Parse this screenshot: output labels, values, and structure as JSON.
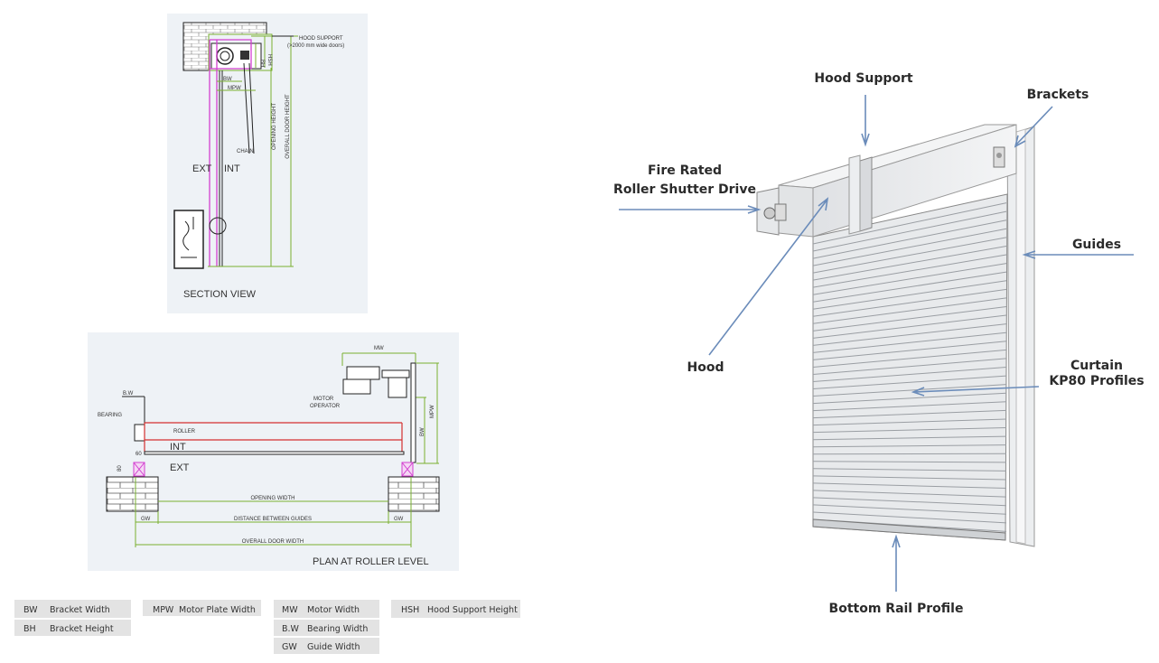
{
  "section_view": {
    "title": "SECTION VIEW",
    "hood_support": "HOOD SUPPORT",
    "hood_support_note": "(>2000 mm wide doors)",
    "bw": "BW",
    "mpw": "MPW",
    "bh": "BH",
    "hsh": "HSH",
    "chain": "CHAIN",
    "ext": "EXT",
    "int": "INT",
    "opening_height": "OPENING HEIGHT",
    "overall_door_height": "OVERALL DOOR HEIGHT"
  },
  "plan_view": {
    "title": "PLAN AT ROLLER LEVEL",
    "mw": "MW",
    "bw_bearing": "B.W",
    "bearing": "BEARING",
    "motor_operator_1": "MOTOR",
    "motor_operator_2": "OPERATOR",
    "roller": "ROLLER",
    "int": "INT",
    "ext": "EXT",
    "dim_60": "60",
    "dim_80": "80",
    "mpw": "MPW",
    "bw": "BW",
    "opening_width": "OPENING WIDTH",
    "distance_between_guides": "DISTANCE BETWEEN GUIDES",
    "gw": "GW",
    "overall_door_width": "OVERALL DOOR WIDTH"
  },
  "legend": [
    [
      {
        "code": "BW",
        "name": "Bracket Width"
      },
      {
        "code": "BH",
        "name": "Bracket Height"
      }
    ],
    [
      {
        "code": "MPW",
        "name": "Motor Plate Width"
      }
    ],
    [
      {
        "code": "MW",
        "name": "Motor Width"
      },
      {
        "code": "B.W",
        "name": "Bearing Width"
      },
      {
        "code": "GW",
        "name": "Guide Width"
      }
    ],
    [
      {
        "code": "HSH",
        "name": "Hood Support Height"
      }
    ]
  ],
  "callouts": {
    "hood_support": "Hood Support",
    "brackets": "Brackets",
    "drive_1": "Fire Rated",
    "drive_2": "Roller Shutter Drive",
    "guides": "Guides",
    "hood": "Hood",
    "curtain_1": "Curtain",
    "curtain_2": "KP80 Profiles",
    "bottom_rail": "Bottom Rail Profile"
  },
  "colors": {
    "arrow": "#6b8cba",
    "panel": "#eef2f6",
    "legend_bg": "#e3e3e3",
    "dimension": "#7ab030",
    "roller": "#d43030",
    "guide": "#d23fd0"
  }
}
